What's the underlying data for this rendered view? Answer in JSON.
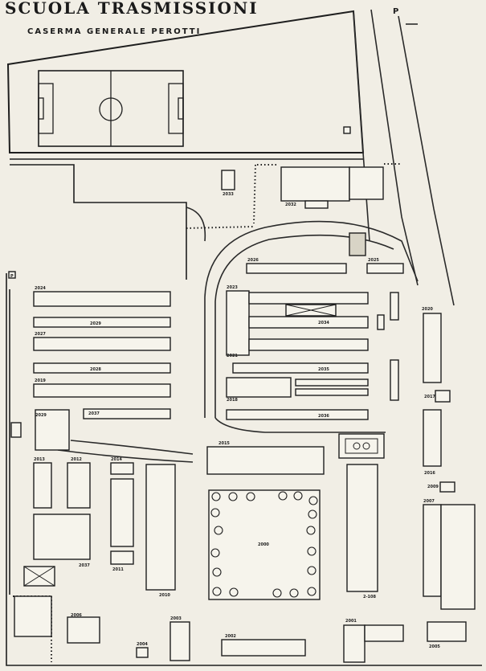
{
  "title": "SCUOLA TRASMISSIONI",
  "subtitle": "CASERMA GENERALE PEROTTI",
  "compass_letter": "P",
  "legend_letter": "P",
  "buildings": {
    "b2033": "2033",
    "b2032": "2032",
    "b2026": "2026",
    "b2025": "2025",
    "b2024": "2024",
    "b2029": "2029",
    "b2027": "2027",
    "b2028": "2028",
    "b2019": "2019",
    "b2023": "2023",
    "b2034": "2034",
    "b2021": "2021",
    "b2035": "2035",
    "b2018": "2018",
    "b2036": "2036",
    "b2020": "2020",
    "b2017": "2017",
    "b2029b": "2029",
    "b2037": "2037",
    "b2013": "2013",
    "b2012": "2012",
    "b2014": "2014",
    "b2015": "2015",
    "b2016": "2016",
    "b2009": "2009",
    "b2007": "2007",
    "b2037b": "2037",
    "b2011": "2011",
    "b2000": "2000",
    "b2010": "2010",
    "b2108": "2-108",
    "b2006": "2006",
    "b2003": "2003",
    "b2004": "2004",
    "b2002": "2002",
    "b2001": "2001",
    "b2005": "2005"
  }
}
